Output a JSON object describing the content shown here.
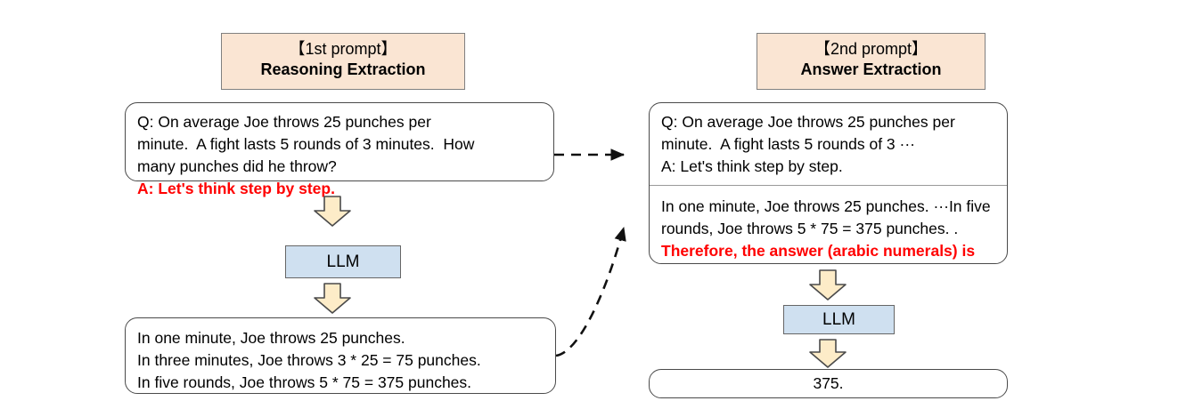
{
  "figure": {
    "title": "Zero-shot Chain-of-Thought two-stage prompting pipeline",
    "colors": {
      "header_fill": "#fae5d3",
      "header_border": "#808080",
      "llm_fill": "#cfe0f0",
      "llm_border": "#666666",
      "box_border": "#4a4a4a",
      "highlight_text": "#ff0000",
      "body_text": "#000000",
      "background": "#ffffff"
    }
  },
  "stage1": {
    "header": {
      "kind": "【1st prompt】",
      "name": "Reasoning Extraction"
    },
    "question_box": {
      "lines": [
        "Q: On average Joe throws 25 punches per",
        "minute.  A fight lasts 5 rounds of 3 minutes.  How",
        "many punches did he throw?"
      ],
      "highlight_line": "A: Let's think step by step."
    },
    "model": {
      "label": "LLM"
    },
    "reasoning_box": {
      "lines": [
        "In one minute, Joe throws 25 punches.",
        "In three minutes, Joe throws 3 * 25 = 75 punches.",
        "In five rounds, Joe throws 5 * 75 = 375 punches."
      ]
    }
  },
  "stage2": {
    "header": {
      "kind": "【2nd prompt】",
      "name": "Answer Extraction"
    },
    "prompt_box": {
      "upper_lines": [
        "Q: On average Joe throws 25 punches per",
        "minute.  A fight lasts 5 rounds of 3 ···",
        "A: Let's think step by step."
      ],
      "lower_lines": [
        "In one minute, Joe throws 25 punches. ···In five",
        "rounds, Joe throws 5 * 75 = 375 punches. ."
      ],
      "highlight_line": "Therefore, the answer (arabic numerals) is"
    },
    "model": {
      "label": "LLM"
    },
    "answer_box": {
      "text": "375."
    }
  },
  "icons": {
    "down_arrow": "block-down-arrow-icon",
    "dashed_arrow": "dashed-arrow-icon"
  }
}
